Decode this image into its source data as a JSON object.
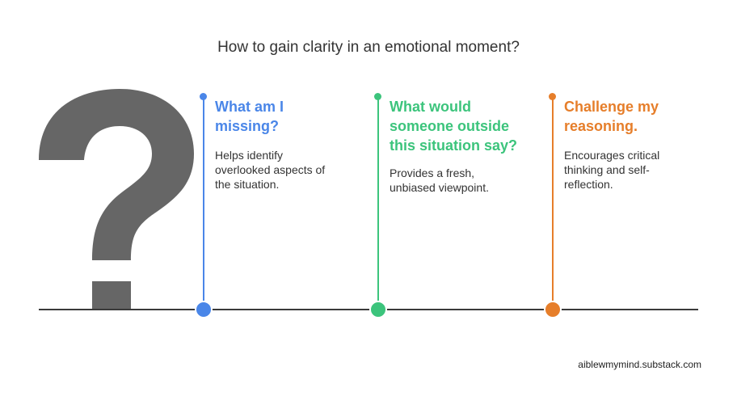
{
  "title": "How to gain clarity in an emotional moment?",
  "colors": {
    "blue": "#4a86e8",
    "green": "#3cc47c",
    "orange": "#e67e2a",
    "mark": "#666666"
  },
  "icon": "question-mark-icon",
  "steps": [
    {
      "heading_lines": [
        "What am I",
        "missing?"
      ],
      "desc_lines": [
        "Helps identify",
        "overlooked aspects of",
        "the situation."
      ]
    },
    {
      "heading_lines": [
        "What would",
        "someone outside",
        "this situation say?"
      ],
      "desc_lines": [
        "Provides a fresh,",
        "unbiased viewpoint."
      ]
    },
    {
      "heading_lines": [
        "Challenge my",
        "reasoning."
      ],
      "desc_lines": [
        "Encourages critical",
        "thinking and self-",
        "reflection."
      ]
    }
  ],
  "footer": "aiblewmymind.substack.com"
}
